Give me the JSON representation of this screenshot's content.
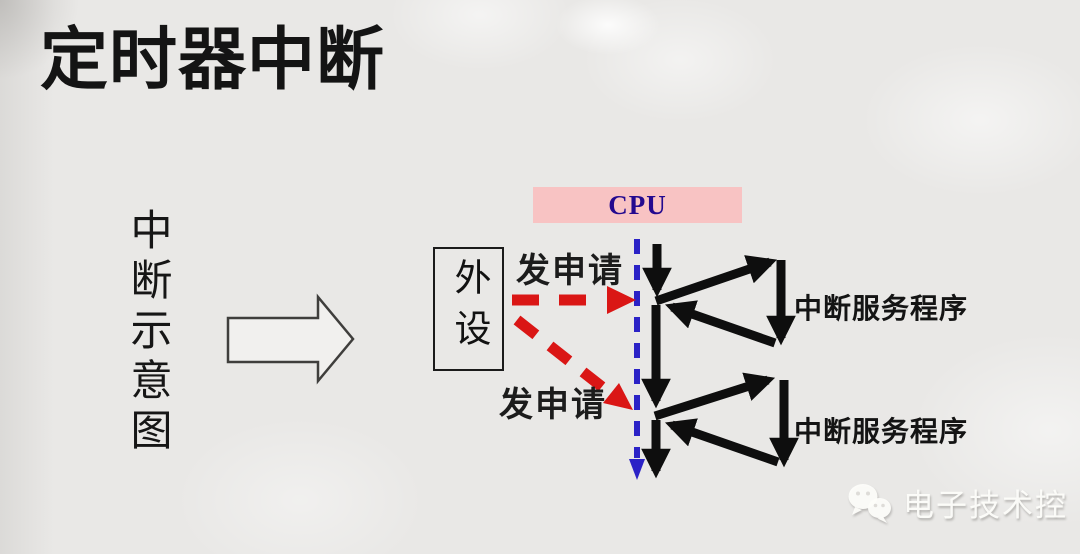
{
  "slide": {
    "title": "定时器中断",
    "side_caption": "中断示意图",
    "watermark": {
      "label": "电子技术控",
      "icon": "wechat-icon"
    }
  },
  "diagram": {
    "cpu": {
      "label": "CPU",
      "box_bg": "#f8c3c3",
      "text_color": "#23098f"
    },
    "peripheral": {
      "label": "外设"
    },
    "requests": [
      {
        "label": "发申请"
      },
      {
        "label": "发申请"
      }
    ],
    "isr": [
      {
        "label": "中断服务程序"
      },
      {
        "label": "中断服务程序"
      }
    ],
    "icons": [
      "right-arrow-icon",
      "wechat-icon"
    ],
    "colors": {
      "request_arrow_red": "#da1615",
      "timeline_blue": "#2b22c6",
      "flow_black": "#0e0e0e",
      "background_gray": "#e9e8e6"
    }
  }
}
